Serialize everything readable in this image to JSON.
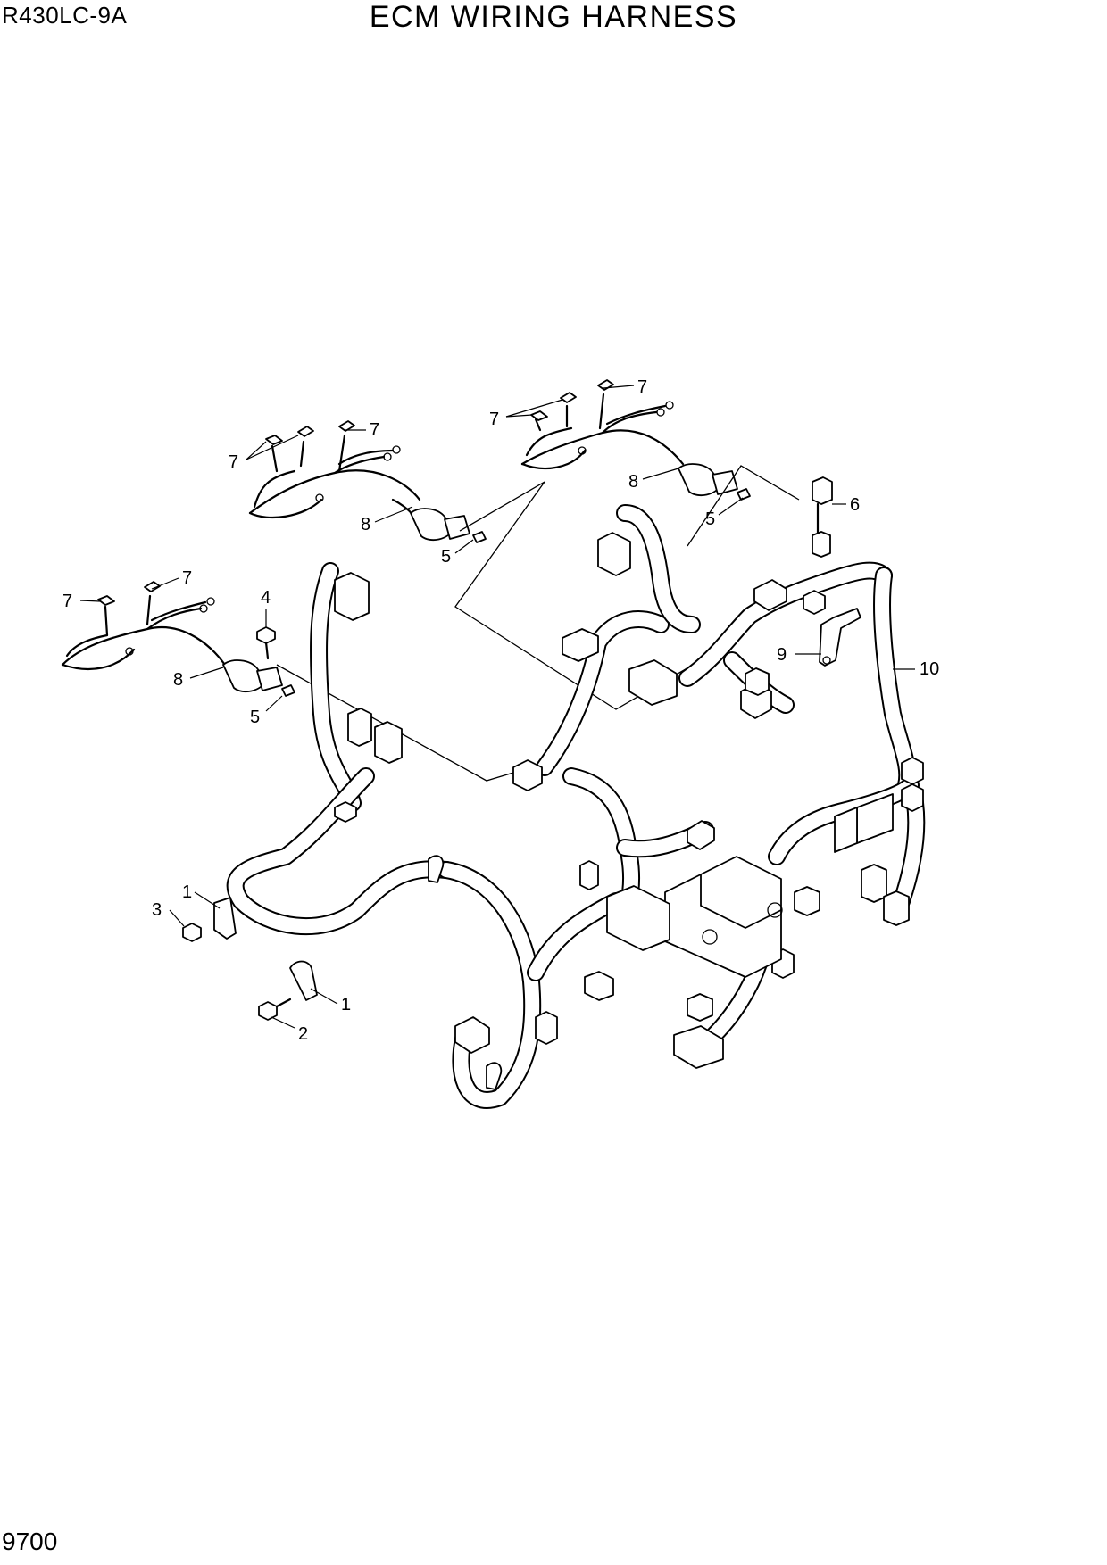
{
  "header": {
    "model": "R430LC-9A",
    "title": "ECM WIRING HARNESS"
  },
  "footer": {
    "page_number": "9700"
  },
  "callouts": [
    {
      "id": "c7a",
      "label": "7"
    },
    {
      "id": "c7b",
      "label": "7"
    },
    {
      "id": "c8a",
      "label": "8"
    },
    {
      "id": "c5a",
      "label": "5"
    },
    {
      "id": "c7c",
      "label": "7"
    },
    {
      "id": "c7d",
      "label": "7"
    },
    {
      "id": "c8b",
      "label": "8"
    },
    {
      "id": "c5b",
      "label": "5"
    },
    {
      "id": "c7e",
      "label": "7"
    },
    {
      "id": "c7f",
      "label": "7"
    },
    {
      "id": "c8c",
      "label": "8"
    },
    {
      "id": "c5c",
      "label": "5"
    },
    {
      "id": "c4",
      "label": "4"
    },
    {
      "id": "c6",
      "label": "6"
    },
    {
      "id": "c9",
      "label": "9"
    },
    {
      "id": "c10",
      "label": "10"
    },
    {
      "id": "c1a",
      "label": "1"
    },
    {
      "id": "c3",
      "label": "3"
    },
    {
      "id": "c1b",
      "label": "1"
    },
    {
      "id": "c2",
      "label": "2"
    }
  ]
}
